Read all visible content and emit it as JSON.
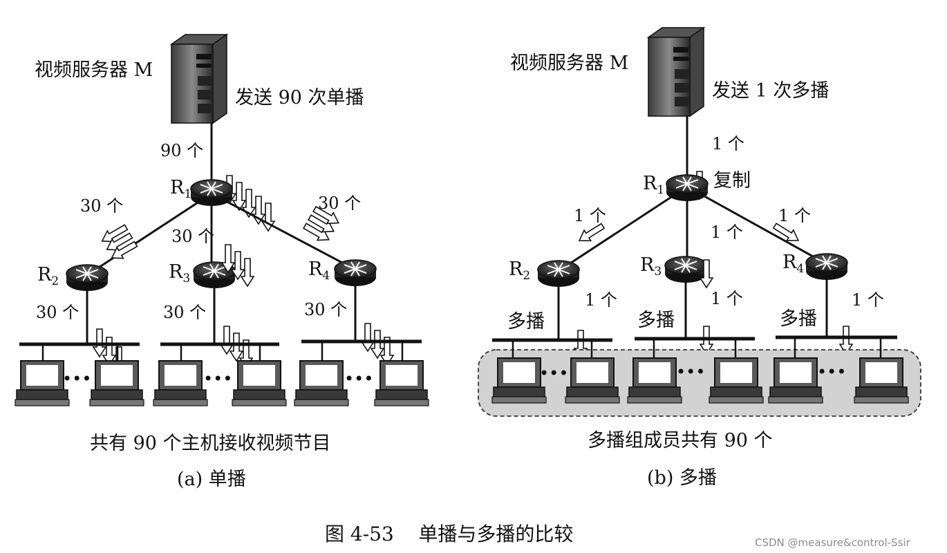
{
  "figure_caption": "图 4-53    单播与多播的比较",
  "watermark": "CSDN @measure&control-Ssir",
  "left_panel": {
    "server_label": "视频服务器 M",
    "send_label": "发送 90 次单播",
    "link_label": "90 个",
    "router_r1": {
      "main": "R",
      "sub": "1"
    },
    "router_r2": {
      "main": "R",
      "sub": "2"
    },
    "router_r3": {
      "main": "R",
      "sub": "3"
    },
    "router_r4": {
      "main": "R",
      "sub": "4"
    },
    "r1_r2_label": "30 个",
    "r1_r3_label": "30 个",
    "r1_r4_label": "30 个",
    "r2_lan_label": "30 个",
    "r3_lan_label": "30 个",
    "r4_lan_label": "30 个",
    "ellipsis": "•••",
    "footer": "共有 90 个主机接收视频节目",
    "sublabel": "(a) 单播"
  },
  "right_panel": {
    "server_label": "视频服务器 M",
    "send_label": "发送 1 次多播",
    "link_label": "1 个",
    "replicate_label": "复制",
    "router_r1": {
      "main": "R",
      "sub": "1"
    },
    "router_r2": {
      "main": "R",
      "sub": "2"
    },
    "router_r3": {
      "main": "R",
      "sub": "3"
    },
    "router_r4": {
      "main": "R",
      "sub": "4"
    },
    "r1_r2_label": "1 个",
    "r1_r3_label": "1 个",
    "r1_r4_label": "1 个",
    "r2_lan_label": "1 个",
    "r3_lan_label": "1 个",
    "r4_lan_label": "1 个",
    "lan1_label": "多播",
    "lan2_label": "多播",
    "lan3_label": "多播",
    "ellipsis": "•••",
    "footer": "多播组成员共有 90 个",
    "sublabel": "(b) 多播"
  }
}
